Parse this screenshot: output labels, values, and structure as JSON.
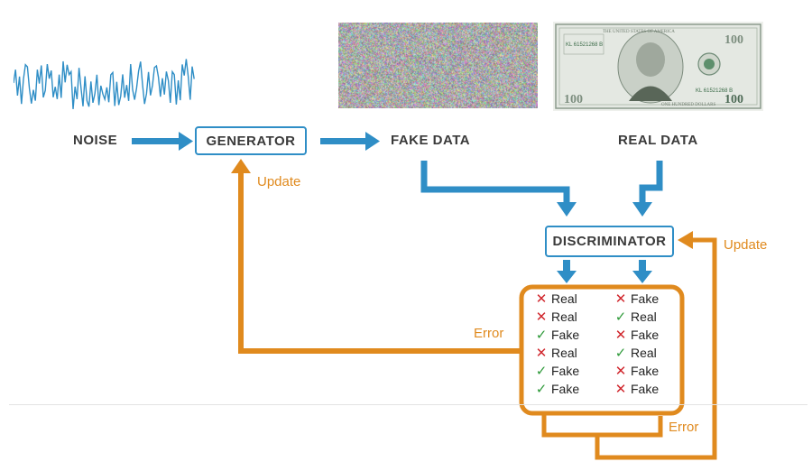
{
  "labels": {
    "noise": "NOISE",
    "generator": "GENERATOR",
    "fake_data": "FAKE DATA",
    "real_data": "REAL DATA",
    "discriminator": "DISCRIMINATOR",
    "update_generator": "Update",
    "update_discriminator": "Update",
    "error_generator": "Error",
    "error_discriminator": "Error"
  },
  "results": {
    "left": [
      {
        "mark": "x",
        "text": "Real"
      },
      {
        "mark": "x",
        "text": "Real"
      },
      {
        "mark": "check",
        "text": "Fake"
      },
      {
        "mark": "x",
        "text": "Real"
      },
      {
        "mark": "check",
        "text": "Fake"
      },
      {
        "mark": "check",
        "text": "Fake"
      }
    ],
    "right": [
      {
        "mark": "x",
        "text": "Fake"
      },
      {
        "mark": "check",
        "text": "Real"
      },
      {
        "mark": "x",
        "text": "Fake"
      },
      {
        "mark": "check",
        "text": "Real"
      },
      {
        "mark": "x",
        "text": "Fake"
      },
      {
        "mark": "x",
        "text": "Fake"
      }
    ]
  },
  "bill": {
    "serial": "KL 61521268 B",
    "denomination": "100",
    "footer": "ONE HUNDRED DOLLARS",
    "header": "THE UNITED STATES OF AMERICA"
  },
  "colors": {
    "blue": "#2f8ec6",
    "orange": "#e08a1e",
    "cross": "#d0262c",
    "check": "#2f9a3a"
  },
  "icons": {
    "noise_wave": "waveform-icon",
    "fake_image": "static-noise-image",
    "real_image": "hundred-dollar-bill-image"
  }
}
